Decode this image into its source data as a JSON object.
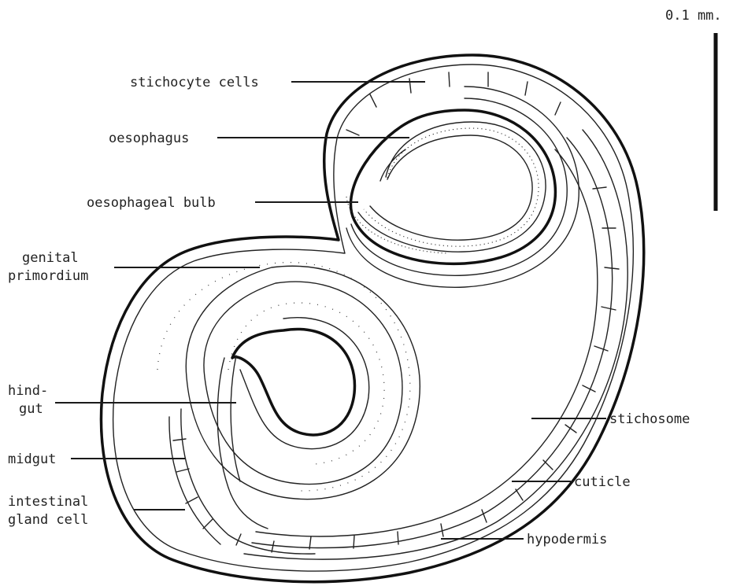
{
  "scale_bar": {
    "label": "0.1 mm."
  },
  "labels": {
    "stichocyte_cells": "stichocyte cells",
    "oesophagus": "oesophagus",
    "oesophageal_bulb": "oesophageal bulb",
    "genital_primordium": [
      "genital",
      "primordium"
    ],
    "hindgut": [
      "hind-",
      "gut"
    ],
    "midgut": "midgut",
    "intestinal_gland_cell": [
      "intestinal",
      "gland cell"
    ],
    "stichosome": "stichosome",
    "cuticle": "cuticle",
    "hypodermis": "hypodermis"
  }
}
